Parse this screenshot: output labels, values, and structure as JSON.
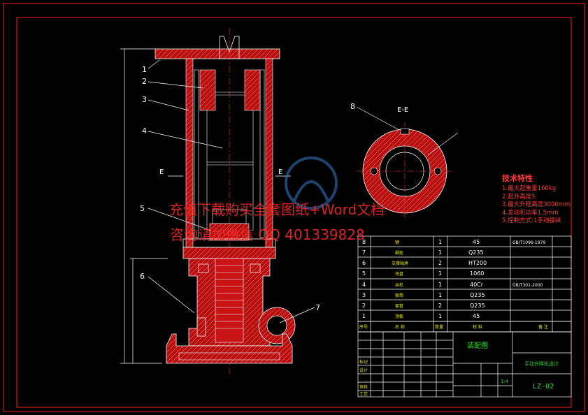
{
  "callouts": [
    "1",
    "2",
    "3",
    "4",
    "5",
    "6",
    "7",
    "8"
  ],
  "section_mark": "E",
  "section_view_title": "E-E",
  "technical_specs": {
    "title": "技术特性",
    "lines": [
      "1.最大起重量160kg",
      "2.起升高度5",
      "3.最大升程高度3000mm",
      "4.发动机功率1.5mm",
      "5.控制方式:1手动操纵"
    ]
  },
  "watermark": {
    "line1": "充值下载购买全套图纸+Word文档",
    "line2": "咨询请加微信 QQ 401339828"
  },
  "bom": {
    "headers": [
      "序号",
      "名 称",
      "数量",
      "材 料",
      "备 注"
    ],
    "rows": [
      {
        "no": "8",
        "name": "键",
        "qty": "1",
        "material": "45",
        "note": "GB/T1096-1979"
      },
      {
        "no": "7",
        "name": "蜗轮",
        "qty": "1",
        "material": "Q235",
        "note": ""
      },
      {
        "no": "6",
        "name": "支撑轴承",
        "qty": "2",
        "material": "HT200",
        "note": ""
      },
      {
        "no": "5",
        "name": "托盘",
        "qty": "1",
        "material": "1060",
        "note": ""
      },
      {
        "no": "4",
        "name": "丝杠",
        "qty": "1",
        "material": "40Cr",
        "note": "GB/T301-2000"
      },
      {
        "no": "3",
        "name": "套筒",
        "qty": "1",
        "material": "Q235",
        "note": ""
      },
      {
        "no": "2",
        "name": "套管",
        "qty": "2",
        "material": "Q235",
        "note": ""
      },
      {
        "no": "1",
        "name": "顶板",
        "qty": "1",
        "material": "45",
        "note": ""
      }
    ]
  },
  "title_block": {
    "drawing_name": "装配图",
    "company": "手动升降机设计",
    "scale": "1:4",
    "drawing_no": "LZ-02",
    "side_labels": [
      "标记",
      "设计",
      "审核",
      "工艺"
    ]
  },
  "colors": {
    "background": "#000000",
    "line": "#ffffff",
    "section_fill": "#c81414",
    "border": "#ff2020",
    "label_green": "#1fe01f",
    "label_yellow": "#e8e800"
  }
}
